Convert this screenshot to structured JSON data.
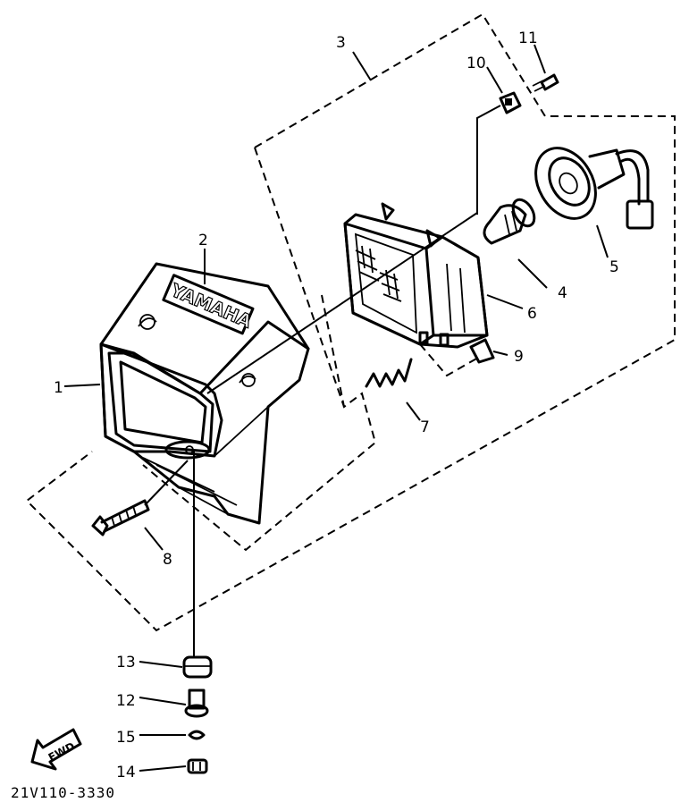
{
  "diagram": {
    "drawing_code": "21V110-3330",
    "brand_logo": "YAMAHA",
    "direction_label": "FWD",
    "callouts": [
      {
        "id": "1",
        "label": "1"
      },
      {
        "id": "2",
        "label": "2"
      },
      {
        "id": "3",
        "label": "3"
      },
      {
        "id": "4",
        "label": "4"
      },
      {
        "id": "5",
        "label": "5"
      },
      {
        "id": "6",
        "label": "6"
      },
      {
        "id": "7",
        "label": "7"
      },
      {
        "id": "8",
        "label": "8"
      },
      {
        "id": "9",
        "label": "9"
      },
      {
        "id": "10",
        "label": "10"
      },
      {
        "id": "11",
        "label": "11"
      },
      {
        "id": "12",
        "label": "12"
      },
      {
        "id": "13",
        "label": "13"
      },
      {
        "id": "14",
        "label": "14"
      },
      {
        "id": "15",
        "label": "15"
      }
    ]
  }
}
